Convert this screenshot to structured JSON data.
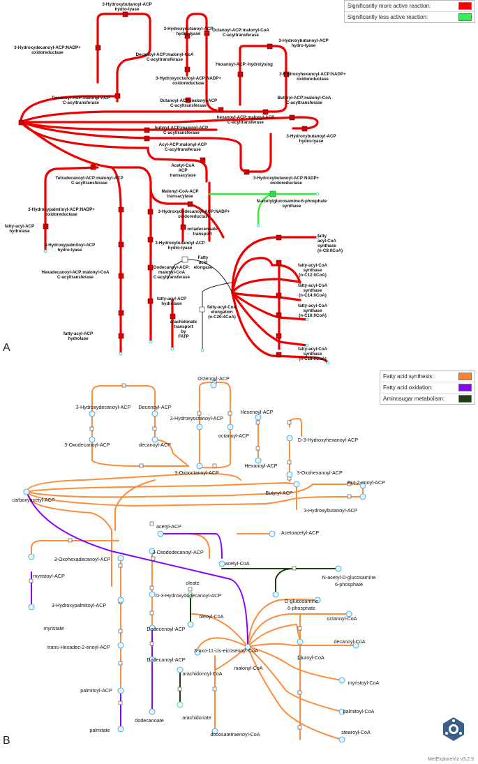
{
  "legend_a": {
    "items": [
      {
        "label": "Significantly more active reaction:",
        "color": "#ff0000"
      },
      {
        "label": "Significantly less active reaction:",
        "color": "#33ee55"
      }
    ]
  },
  "legend_b": {
    "items": [
      {
        "label": "Fatty acid synthesis:",
        "color": "#ff7f2a"
      },
      {
        "label": "Fatty acid oxidation:",
        "color": "#8800ff"
      },
      {
        "label": "Aminosugar metabolism:",
        "color": "#1e3d10"
      }
    ]
  },
  "panel_a": {
    "tag": "A",
    "labels": [
      {
        "id": "a1",
        "lines": [
          "3-Hydroxybutanoyl-ACP",
          "hydro-lyase"
        ]
      },
      {
        "id": "a2",
        "lines": [
          "3-Hydroxyoctanoyl-ACP",
          "hydro-lyase"
        ]
      },
      {
        "id": "a3",
        "lines": [
          "Octanoyl-ACP:malonyl-CoA",
          "C-acyltransferase"
        ]
      },
      {
        "id": "a4",
        "lines": [
          "3-Hydroxybutanoyl-ACP",
          "hydro-lyase"
        ]
      },
      {
        "id": "a5",
        "lines": [
          "3-Hydroxydecanoyl-ACP:NADP+",
          "oxidoreductase"
        ]
      },
      {
        "id": "a6",
        "lines": [
          "Decanoyl-ACP:malonyl-CoA",
          "C-acyltransferase"
        ]
      },
      {
        "id": "a7",
        "lines": [
          "Hexanoyl-ACP:-hydrolysing"
        ]
      },
      {
        "id": "a8",
        "lines": [
          "3-Hydroxyhexanoyl-ACP:NADP+",
          "oxidoreductase"
        ]
      },
      {
        "id": "a9",
        "lines": [
          "3-Hydroxyoctanoyl-ACP:NADP+",
          "oxidoreductase"
        ]
      },
      {
        "id": "a10",
        "lines": [
          "Decanoyl-ACP:malonyl-ACP",
          "C-acyltransferase"
        ]
      },
      {
        "id": "a11",
        "lines": [
          "Octanoyl-ACP:malonyl-ACP",
          "C-acyltransferase"
        ]
      },
      {
        "id": "a12",
        "lines": [
          "Butyryl-ACP:malonyl-CoA",
          "C-acyltransferase"
        ]
      },
      {
        "id": "a13",
        "lines": [
          "hexanoyl-ACP:malonyl-ACP",
          "C-acyltransferase"
        ]
      },
      {
        "id": "a14",
        "lines": [
          "butyryl-ACP:malonyl-ACP",
          "C-acyltransferase"
        ]
      },
      {
        "id": "a15",
        "lines": [
          "3-Hydroxybutanoyl-ACP",
          "hydro-lyase"
        ]
      },
      {
        "id": "a16",
        "lines": [
          "Acyl-ACP:malonyl-ACP",
          "C-acyltransferase"
        ]
      },
      {
        "id": "a17",
        "lines": [
          "Acetyl-CoA",
          "ACP",
          "transacylase"
        ]
      },
      {
        "id": "a18",
        "lines": [
          "3-Hydroxybutanoyl-ACP:NADP+",
          "oxidoreductase"
        ]
      },
      {
        "id": "a19",
        "lines": [
          "Tetradecanoyl-ACP:malonyl-ACP",
          "C-acyltransferase"
        ]
      },
      {
        "id": "a20",
        "lines": [
          "Malonyl-CoA-ACP",
          "transacylase"
        ]
      },
      {
        "id": "a21",
        "lines": [
          "N-acetylglucosamine-6-phosphate",
          "synthase"
        ]
      },
      {
        "id": "a22",
        "lines": [
          "3-Hydroxypalmitoyl-ACP:NADP+",
          "oxidoreductase"
        ]
      },
      {
        "id": "a23",
        "lines": [
          "3-Hydroxydodecanoyl-ACP:NADP+",
          "oxidoreductase"
        ]
      },
      {
        "id": "a24",
        "lines": [
          "fatty-acyl-ACP",
          "hydrolase"
        ]
      },
      {
        "id": "a25",
        "lines": [
          "octadecenoate",
          "transport"
        ]
      },
      {
        "id": "a26",
        "lines": [
          "fatty",
          "acyl-CoA",
          "synthase",
          "(n-C8:0CoA)"
        ]
      },
      {
        "id": "a27",
        "lines": [
          "3-Hydroxypalmitoyl-ACP",
          "hydro-lyase"
        ]
      },
      {
        "id": "a28",
        "lines": [
          "3-Hydroxybutanoyl-ACP",
          "hydro-lyase"
        ]
      },
      {
        "id": "a29",
        "lines": [
          "Fatty",
          "acid",
          "elongase"
        ]
      },
      {
        "id": "a30",
        "lines": [
          "fatty-acyl-CoA",
          "synthase",
          "(n-C12:0CoA)"
        ]
      },
      {
        "id": "a31",
        "lines": [
          "Dodecanoyl-ACP:",
          "malonyl-CoA",
          "C-acyltransferase"
        ]
      },
      {
        "id": "a32",
        "lines": [
          "Hexadecanoyl-ACP:malonyl-CoA",
          "C-acyltransferase"
        ]
      },
      {
        "id": "a33",
        "lines": [
          "fatty-acyl-CoA",
          "synthase",
          "(n-C14:0CoA)"
        ]
      },
      {
        "id": "a34",
        "lines": [
          "fatty-acyl-ACP",
          "hydrolase"
        ]
      },
      {
        "id": "a35",
        "lines": [
          "fatty-acyl-CoA",
          "elongation",
          "(n-C20:4CoA)"
        ]
      },
      {
        "id": "a36",
        "lines": [
          "fatty-acyl-CoA",
          "synthase",
          "(n-C16:0CoA)"
        ]
      },
      {
        "id": "a37",
        "lines": [
          "arachidonate",
          "transport",
          "by",
          "FATP"
        ]
      },
      {
        "id": "a38",
        "lines": [
          "fatty-acyl-ACP",
          "hydrolase"
        ]
      },
      {
        "id": "a39",
        "lines": [
          "fatty-acyl-CoA",
          "synthase",
          "(n-C18:0CoA)"
        ]
      }
    ]
  },
  "panel_b": {
    "tag": "B",
    "labels": [
      {
        "id": "b1",
        "text": "Octenoyl-ACP"
      },
      {
        "id": "b2",
        "text": "3-Hydroxydecanoyl-ACP"
      },
      {
        "id": "b3",
        "text": "Decenoyl-ACP"
      },
      {
        "id": "b4",
        "text": "3-Hydroxyoctanoyl-ACP"
      },
      {
        "id": "b5",
        "text": "Hexenoyl-ACP"
      },
      {
        "id": "b6",
        "text": "octanoyl-ACP"
      },
      {
        "id": "b7",
        "text": "3-Oxodecanoyl-ACP"
      },
      {
        "id": "b8",
        "text": "decanoyl-ACP"
      },
      {
        "id": "b9",
        "text": "D-3-Hydroxyhexanoyl-ACP"
      },
      {
        "id": "b10",
        "text": "Hexanoyl-ACP"
      },
      {
        "id": "b11",
        "text": "3-Oxooctanoyl-ACP"
      },
      {
        "id": "b12",
        "text": "3-Oxohexanoyl-ACP"
      },
      {
        "id": "b13",
        "text": "But-2-enoyl-ACP"
      },
      {
        "id": "b14",
        "text": "carboxyacetyl-ACP"
      },
      {
        "id": "b15",
        "text": "Butyryl-ACP"
      },
      {
        "id": "b16",
        "text": "3-Hydroxybutanoyl-ACP"
      },
      {
        "id": "b17",
        "text": "acetyl-ACP"
      },
      {
        "id": "b18",
        "text": "Acetoacetyl-ACP"
      },
      {
        "id": "b19",
        "text": "3-Oxododecanoyl-ACP"
      },
      {
        "id": "b20",
        "text": "3-Oxohexadecanoyl-ACP"
      },
      {
        "id": "b21",
        "text": "acetyl-CoA"
      },
      {
        "id": "b22",
        "text": "myristoyl-ACP"
      },
      {
        "id": "b23",
        "text": "oleate"
      },
      {
        "id": "b24",
        "text": "N-acetyl-D-glucosamine"
      },
      {
        "id": "b25",
        "text": "6-phosphate"
      },
      {
        "id": "b26",
        "text": "D-3-Hydroxydodecanoyl-ACP"
      },
      {
        "id": "b27",
        "text": "3-Hydroxypalmitoyl-ACP"
      },
      {
        "id": "b28",
        "text": "oleoyl-CoA"
      },
      {
        "id": "b29",
        "text": "D-glucosamine"
      },
      {
        "id": "b30",
        "text": "6-phosphate"
      },
      {
        "id": "b31",
        "text": "myristate"
      },
      {
        "id": "b32",
        "text": "octanoyl-CoA"
      },
      {
        "id": "b33",
        "text": "Dodecenoyl-ACP"
      },
      {
        "id": "b34",
        "text": "decanoyl-CoA"
      },
      {
        "id": "b35",
        "text": "trans-Hexadec-2-enoyl-ACP"
      },
      {
        "id": "b36",
        "text": "3-oxo-11-cis-eicosenoyl-CoA"
      },
      {
        "id": "b37",
        "text": "lauroyl-CoA"
      },
      {
        "id": "b38",
        "text": "Dodecanoyl-ACP"
      },
      {
        "id": "b39",
        "text": "malonyl-CoA"
      },
      {
        "id": "b40",
        "text": "arachidonoyl-CoA"
      },
      {
        "id": "b41",
        "text": "myristoyl-CoA"
      },
      {
        "id": "b42",
        "text": "palmitoyl-ACP"
      },
      {
        "id": "b43",
        "text": "palmitoyl-CoA"
      },
      {
        "id": "b44",
        "text": "arachidonate"
      },
      {
        "id": "b45",
        "text": "dodecanoate"
      },
      {
        "id": "b46",
        "text": "palmitate"
      },
      {
        "id": "b47",
        "text": "stearoyl-CoA"
      },
      {
        "id": "b48",
        "text": "docosatetraenoyl-CoA"
      }
    ]
  },
  "footer": {
    "text": "MetExploreViz v3.2.9"
  }
}
